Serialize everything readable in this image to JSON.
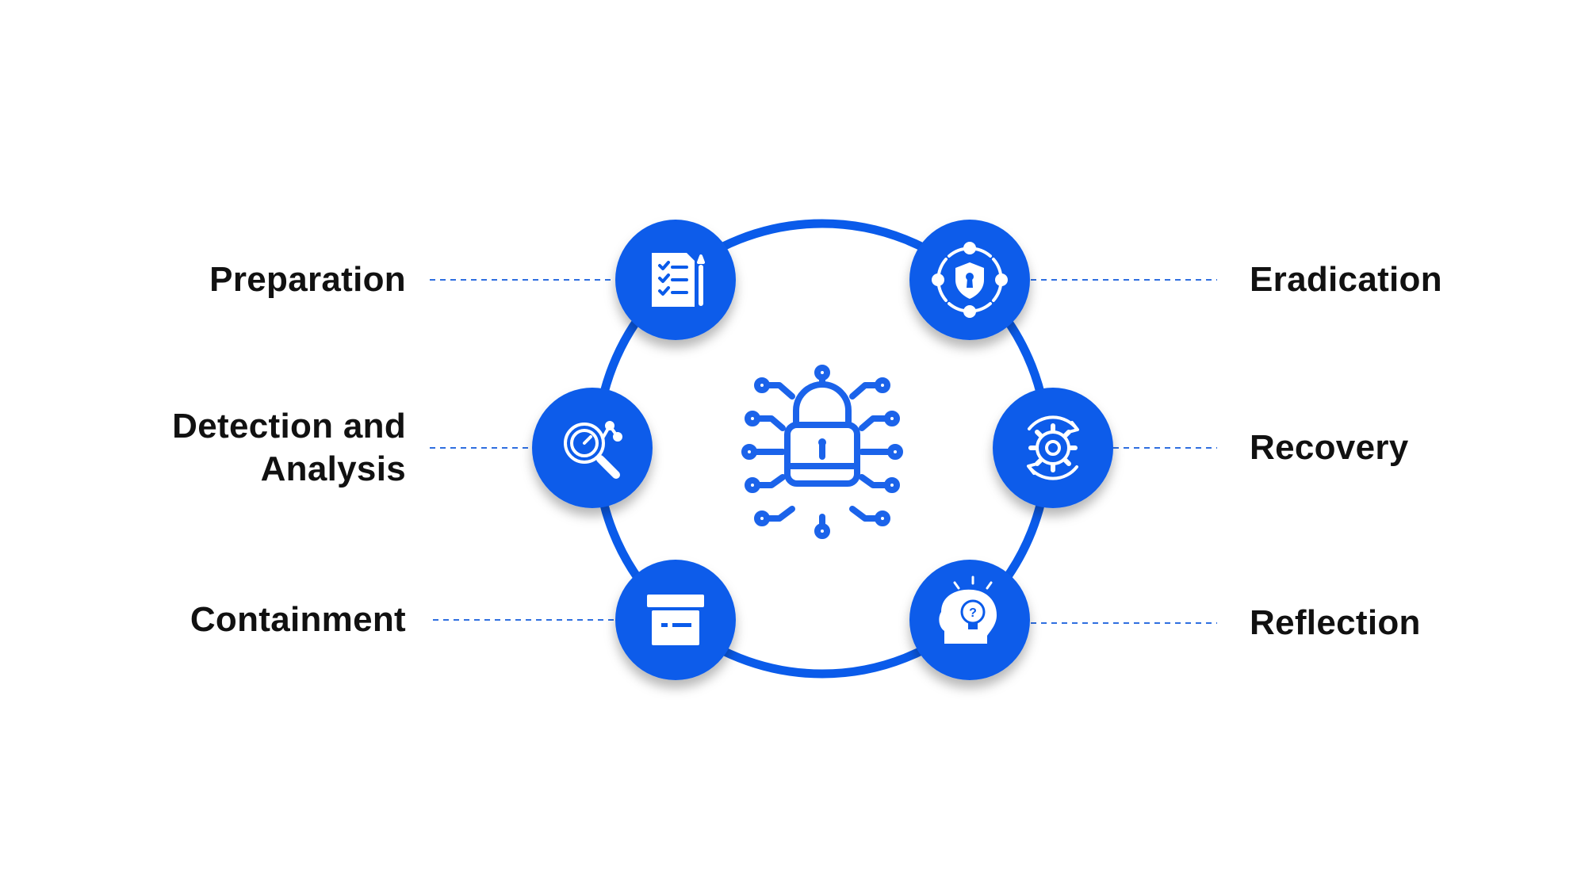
{
  "colors": {
    "accent": "#0a5bea",
    "ring": "#0a5bea",
    "icon_fg": "#ffffff",
    "center_icon": "#1b63ea",
    "connector": "#2f6fe0",
    "label": "#111111",
    "background": "#ffffff"
  },
  "center": {
    "icon": "circuit-lock-icon"
  },
  "stages": [
    {
      "id": "preparation",
      "label_lines": [
        "Preparation"
      ],
      "icon": "checklist-clipboard-icon"
    },
    {
      "id": "detection",
      "label_lines": [
        "Detection and",
        "Analysis"
      ],
      "icon": "magnifier-gauge-icon"
    },
    {
      "id": "containment",
      "label_lines": [
        "Containment"
      ],
      "icon": "storage-box-icon"
    },
    {
      "id": "eradication",
      "label_lines": [
        "Eradication"
      ],
      "icon": "shield-keyhole-icon"
    },
    {
      "id": "recovery",
      "label_lines": [
        "Recovery"
      ],
      "icon": "gear-refresh-icon"
    },
    {
      "id": "reflection",
      "label_lines": [
        "Reflection"
      ],
      "icon": "head-lightbulb-icon"
    }
  ]
}
